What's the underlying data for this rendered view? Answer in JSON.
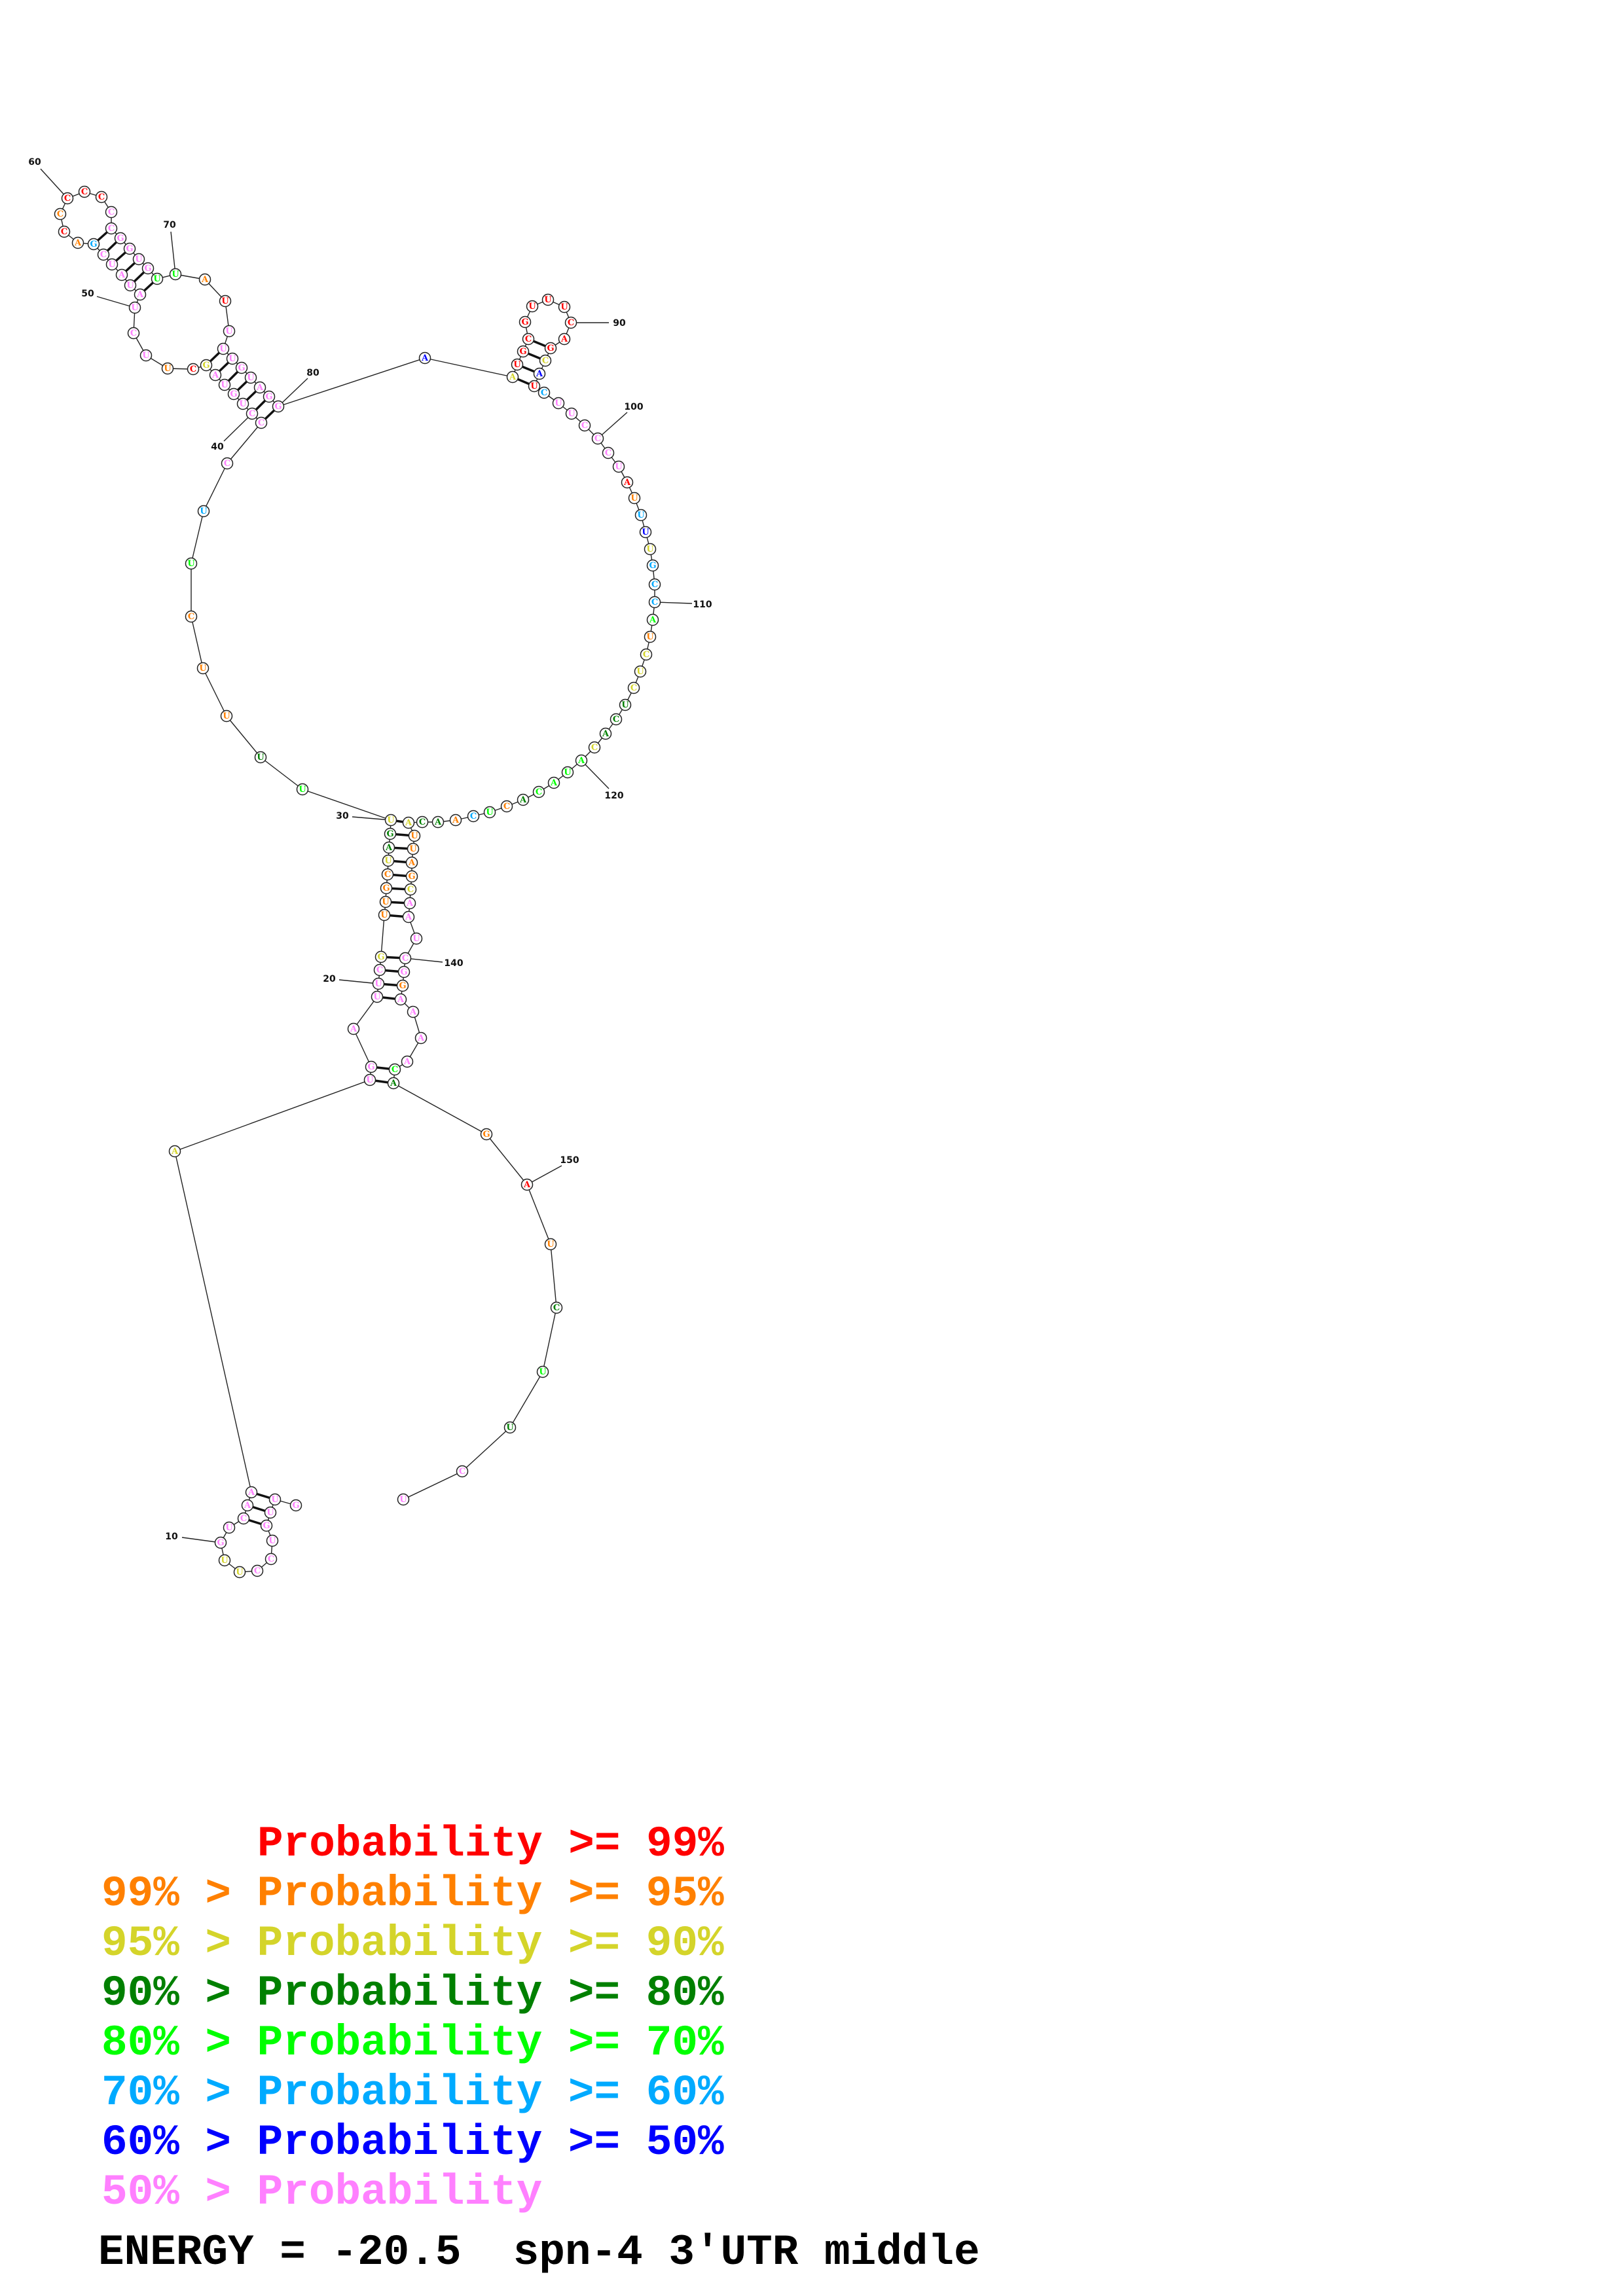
{
  "structure": {
    "sequence": "GUUGUCCUUGUCAAAUGAUUCGUUGCUAGUUUUUCUUCCCUGUAGCUUCUAUAUCGACCCCCCCGGUGUUAUUUUGUAGGAAUGCGUUUCAGCAUCUUCCCUAUUUUGCCAUCUCUCACAUACACUCAACAUUAGCAAUCGGAAAACAGAUCUUCU",
    "probability_class": "pppppppyypppppyppppppyooooyDDygDooogbpppppppyroppppppppboror rrppppppggorppppppppByrrrrrrrrrryBrbpppppprobBybbbgoyyyDDDyggggDogboDDyooooypppppoppppgDoroDgD",
    "pairs": [
      [
        2,
        14
      ],
      [
        3,
        13
      ],
      [
        4,
        12
      ],
      [
        16,
        148
      ],
      [
        17,
        147
      ],
      [
        19,
        143
      ],
      [
        20,
        142
      ],
      [
        21,
        141
      ],
      [
        22,
        140
      ],
      [
        23,
        138
      ],
      [
        24,
        137
      ],
      [
        25,
        136
      ],
      [
        26,
        135
      ],
      [
        27,
        134
      ],
      [
        28,
        133
      ],
      [
        29,
        132
      ],
      [
        30,
        131
      ],
      [
        39,
        80
      ],
      [
        40,
        79
      ],
      [
        41,
        78
      ],
      [
        42,
        77
      ],
      [
        43,
        76
      ],
      [
        44,
        75
      ],
      [
        45,
        74
      ],
      [
        51,
        69
      ],
      [
        52,
        68
      ],
      [
        53,
        67
      ],
      [
        54,
        66
      ],
      [
        55,
        65
      ],
      [
        56,
        64
      ],
      [
        82,
        95
      ],
      [
        83,
        94
      ],
      [
        84,
        93
      ],
      [
        85,
        92
      ]
    ],
    "position_labels": [
      "10",
      "20",
      "30",
      "40",
      "50",
      "60",
      "70",
      "80",
      "90",
      "100",
      "110",
      "120",
      "140",
      "150"
    ]
  },
  "class_colors": {
    "r": "#ff0000",
    "o": "#ff8000",
    "y": "#d4d42a",
    "D": "#008000",
    "g": "#00ff00",
    "b": "#00aaff",
    "B": "#0000ff",
    "p": "#ff80ff"
  },
  "legend": [
    {
      "text": "Probability >= 99%",
      "color": "#ff0000"
    },
    {
      "text": "99% > Probability >= 95%",
      "color": "#ff8000"
    },
    {
      "text": "95% > Probability >= 90%",
      "color": "#d4d42a"
    },
    {
      "text": "90% > Probability >= 80%",
      "color": "#008000"
    },
    {
      "text": "80% > Probability >= 70%",
      "color": "#00ff00"
    },
    {
      "text": "70% > Probability >= 60%",
      "color": "#00aaff"
    },
    {
      "text": "60% > Probability >= 50%",
      "color": "#0000ff"
    },
    {
      "text": "50% > Probability",
      "color": "#ff80ff"
    }
  ],
  "footer": {
    "energy": "ENERGY = -20.5  spn-4 3'UTR middle"
  }
}
